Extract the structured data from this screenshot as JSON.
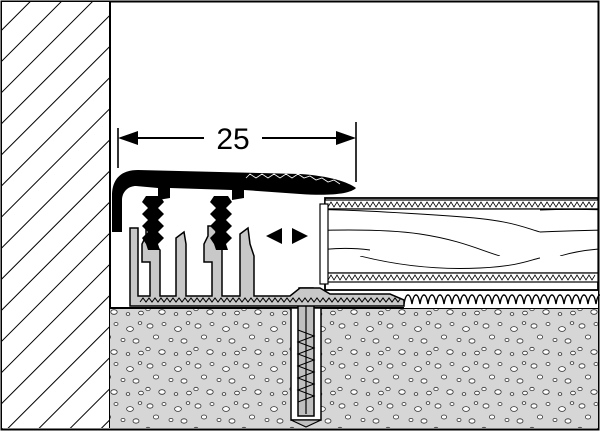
{
  "diagram": {
    "dimension_label": "25",
    "colors": {
      "line": "#000000",
      "background": "#ffffff",
      "wall_hatch": "#000000",
      "aluminium": "#c8c8c8",
      "profile": "#000000",
      "screed_fill": "#cfcfcf",
      "underlay": "#d0d0d0"
    },
    "parts": [
      "wall",
      "cover-profile",
      "base-rail",
      "screw-anchor",
      "laminate-plank",
      "underlay",
      "screed-floor",
      "movement-arrows"
    ]
  }
}
